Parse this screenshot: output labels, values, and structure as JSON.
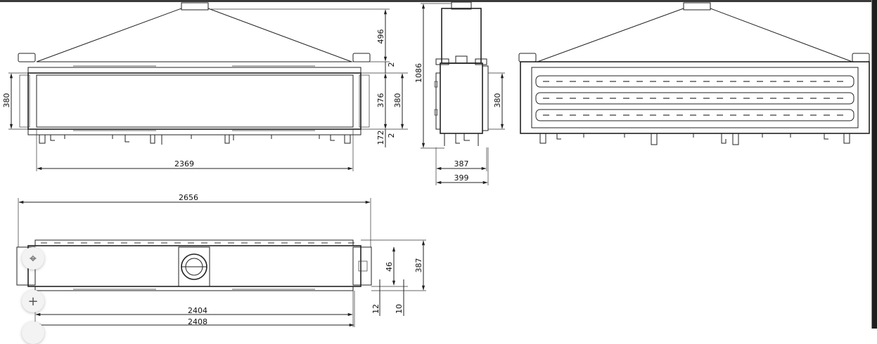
{
  "drawing": {
    "front_view": {
      "hood_height": "496",
      "gap_top": "2",
      "side_height": "380",
      "glass_height": "376",
      "right_height": "380",
      "base_height": "172",
      "gap_bottom": "2",
      "width": "2369"
    },
    "side_view": {
      "total_height": "1086",
      "side_height": "380",
      "depth_inner": "387",
      "depth_outer": "399"
    },
    "top_view": {
      "overall_width": "2656",
      "depth": "387",
      "offset": "46",
      "gap_a": "12",
      "gap_b": "10",
      "width_inner": "2404",
      "width_outer": "2408"
    }
  },
  "controls": {
    "collapse_glyph": "⌖",
    "zoom_in_glyph": "+"
  }
}
